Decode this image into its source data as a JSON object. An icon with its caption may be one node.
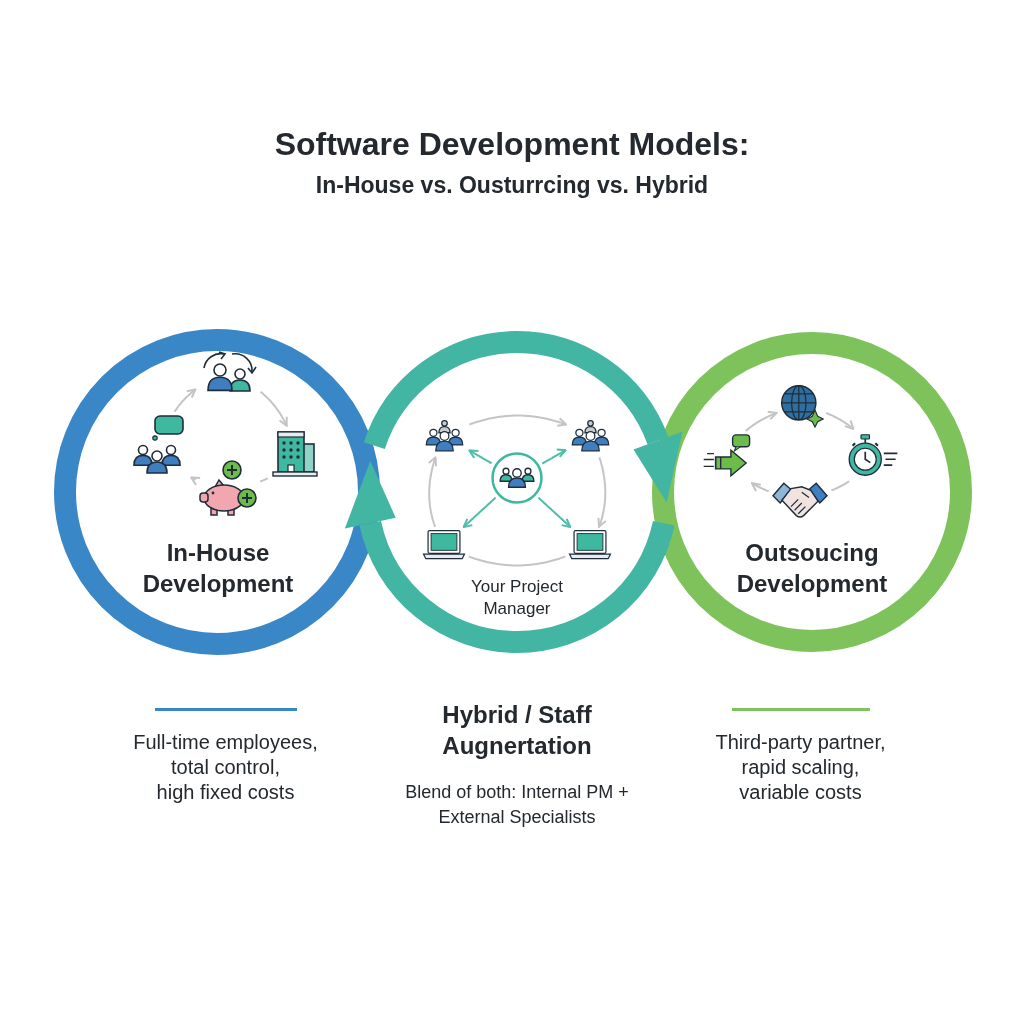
{
  "diagram": {
    "title": "Software Development Models:",
    "nodes": [
      {
        "text": [
          "In-House Development"
        ]
      },
      {
        "text": [],
        "shape": "picture",
        "in": 0
      },
      {
        "text": [],
        "shape": "picture",
        "in": 0
      },
      {
        "text": [],
        "shape": "picture",
        "in": 0
      },
      {
        "text": [],
        "shape": "picture",
        "in": 0
      },
      {
        "text": [
          "Your Project Manager"
        ],
        "beside": [
          "Hybrid / Staff Augnertation",
          "Blend of both: Internal PM + External Specialists"
        ]
      },
      {
        "text": [],
        "shape": "picture",
        "in": 5
      },
      {
        "text": [],
        "shape": "picture",
        "in": 5
      },
      {
        "text": [],
        "shape": "picture",
        "in": 5
      },
      {
        "text": [],
        "shape": "picture",
        "in": 5
      },
      {
        "text": [],
        "shape": "picture",
        "in": 5
      },
      {
        "text": [
          "Outsoucing Development"
        ]
      },
      {
        "text": [],
        "shape": "picture",
        "in": 11
      },
      {
        "text": [],
        "shape": "picture",
        "in": 11
      },
      {
        "text": [],
        "shape": "picture",
        "in": 11
      },
      {
        "text": [],
        "shape": "picture",
        "in": 11
      }
    ],
    "edges": [
      {
        "from": 2,
        "to": 1,
        "arrow": "to"
      },
      {
        "from": 1,
        "to": 3,
        "arrow": "to"
      },
      {
        "from": 3,
        "to": 4,
        "arrow": "none"
      },
      {
        "from": 4,
        "to": 2,
        "arrow": "to"
      },
      {
        "from": 8,
        "to": 6,
        "arrow": "to",
        "color": "#4dbfa8"
      },
      {
        "from": 8,
        "to": 7,
        "arrow": "to",
        "color": "#4dbfa8"
      },
      {
        "from": 8,
        "to": 9,
        "arrow": "to",
        "color": "#4dbfa8"
      },
      {
        "from": 8,
        "to": 10,
        "arrow": "to",
        "color": "#4dbfa8"
      },
      {
        "from": 6,
        "to": 7,
        "arrow": "to"
      },
      {
        "from": 7,
        "to": 10,
        "arrow": "to"
      },
      {
        "from": 9,
        "to": 10,
        "arrow": "none"
      },
      {
        "from": 9,
        "to": 6,
        "arrow": "to"
      },
      {
        "from": 13,
        "to": 12,
        "arrow": "to"
      },
      {
        "from": 12,
        "to": 14,
        "arrow": "to"
      },
      {
        "from": 14,
        "to": 15,
        "arrow": "none"
      },
      {
        "from": 15,
        "to": 13,
        "arrow": "to"
      }
    ],
    "labels": [
      "In-House vs. Ousturrcing vs. Hybrid",
      "Full-time employees, total control, high fixed costs",
      "Third-party partner, rapid scaling, variable costs"
    ]
  }
}
